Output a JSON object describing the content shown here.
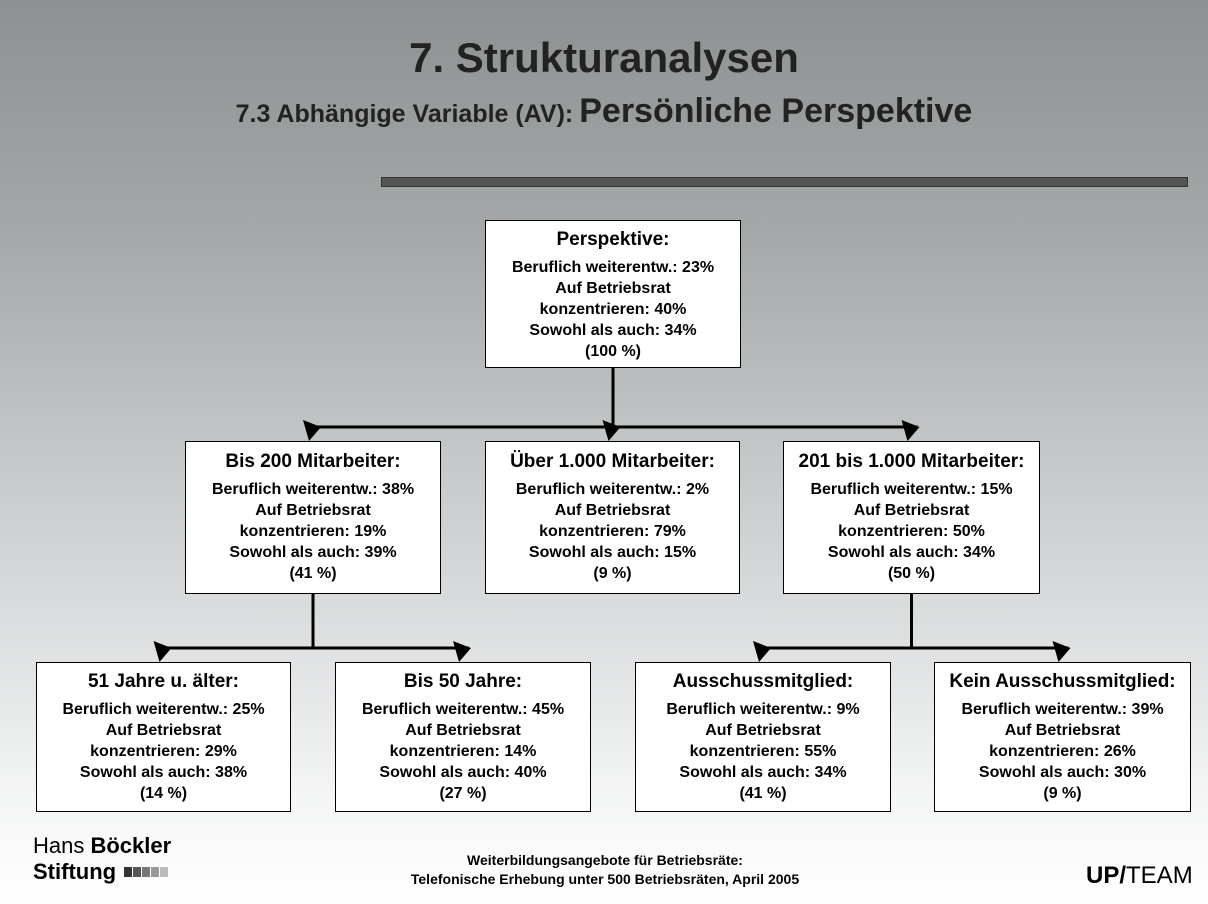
{
  "slide": {
    "title": "7. Strukturanalysen",
    "subtitle_prefix": "7.3 Abhängige Variable (AV):",
    "subtitle_main": "Persönliche Perspektive"
  },
  "nodes": {
    "root": {
      "head": "Perspektive:",
      "lines": [
        "Beruflich weiterentw.: 23%",
        "Auf Betriebsrat",
        "konzentrieren: 40%",
        "Sowohl als auch: 34%",
        "(100 %)"
      ]
    },
    "bis200": {
      "head": "Bis 200 Mitarbeiter:",
      "lines": [
        "Beruflich weiterentw.: 38%",
        "Auf Betriebsrat",
        "konzentrieren: 19%",
        "Sowohl als auch: 39%",
        "(41 %)"
      ]
    },
    "ueber1000": {
      "head": "Über 1.000 Mitarbeiter:",
      "lines": [
        "Beruflich weiterentw.: 2%",
        "Auf Betriebsrat",
        "konzentrieren: 79%",
        "Sowohl als auch: 15%",
        "(9 %)"
      ]
    },
    "mid": {
      "head": "201 bis 1.000 Mitarbeiter:",
      "lines": [
        "Beruflich weiterentw.: 15%",
        "Auf Betriebsrat",
        "konzentrieren: 50%",
        "Sowohl als auch: 34%",
        "(50 %)"
      ]
    },
    "alt51": {
      "head": "51 Jahre u. älter:",
      "lines": [
        "Beruflich weiterentw.: 25%",
        "Auf Betriebsrat",
        "konzentrieren: 29%",
        "Sowohl als auch: 38%",
        "(14 %)"
      ]
    },
    "bis50": {
      "head": "Bis 50 Jahre:",
      "lines": [
        "Beruflich weiterentw.: 45%",
        "Auf Betriebsrat",
        "konzentrieren: 14%",
        "Sowohl als auch: 40%",
        "(27 %)"
      ]
    },
    "ausschuss": {
      "head": "Ausschussmitglied:",
      "lines": [
        "Beruflich weiterentw.: 9%",
        "Auf Betriebsrat",
        "konzentrieren: 55%",
        "Sowohl als auch: 34%",
        "(41 %)"
      ]
    },
    "kein": {
      "head": "Kein Ausschussmitglied:",
      "lines": [
        "Beruflich weiterentw.: 39%",
        "Auf Betriebsrat",
        "konzentrieren: 26%",
        "Sowohl als auch: 30%",
        "(9 %)"
      ]
    }
  },
  "edges": [
    {
      "from": "root",
      "to": "bis200"
    },
    {
      "from": "root",
      "to": "ueber1000"
    },
    {
      "from": "root",
      "to": "mid"
    },
    {
      "from": "bis200",
      "to": "alt51"
    },
    {
      "from": "bis200",
      "to": "bis50"
    },
    {
      "from": "mid",
      "to": "ausschuss"
    },
    {
      "from": "mid",
      "to": "kein"
    }
  ],
  "footer": {
    "line1": "Weiterbildungsangebote für Betriebsräte:",
    "line2": "Telefonische Erhebung unter 500 Betriebsräten, April 2005"
  },
  "logo_left": {
    "word1": "Hans",
    "word2": "Böckler",
    "word3": "Stiftung",
    "square_colors": [
      "#333333",
      "#555555",
      "#777777",
      "#999999",
      "#bbbbbb"
    ]
  },
  "logo_right": {
    "bold": "UP/",
    "regular": "TEAM"
  }
}
